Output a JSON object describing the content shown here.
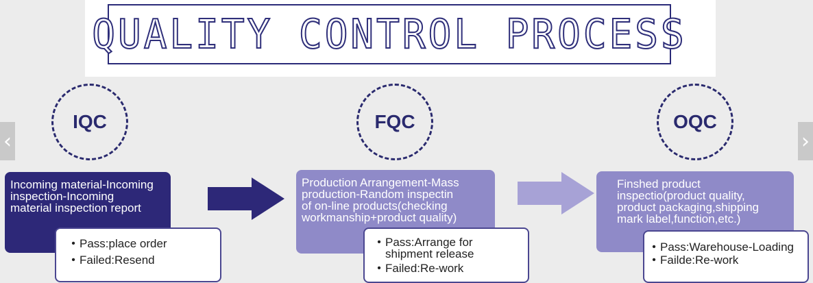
{
  "title": "QUALITY CONTROL PROCESS",
  "nav": {
    "prev_icon": "chevron-left-icon",
    "next_icon": "chevron-right-icon",
    "prev_glyph": "‹",
    "next_glyph": "›"
  },
  "colors": {
    "stage1": "#2d2878",
    "stage2": "#8f8ac8",
    "stage3": "#8f8ac8",
    "arrow1": "#2d2878",
    "arrow2": "#a7a2d6",
    "circle": "#2a2a6e"
  },
  "stages": [
    {
      "label": "IQC",
      "description": [
        "Incoming material-Incoming",
        "inspection-Incoming",
        "material inspection report"
      ],
      "results": [
        {
          "lines": [
            "Pass:place order"
          ]
        },
        {
          "lines": [
            "Failed:Resend"
          ]
        }
      ]
    },
    {
      "label": "FQC",
      "description": [
        "Production Arrangement-Mass",
        "production-Random inspectin",
        "of on-line products(checking",
        "workmanship+product quality)"
      ],
      "results": [
        {
          "lines": [
            "Pass:Arrange for",
            "shipment release"
          ]
        },
        {
          "lines": [
            "Failed:Re-work"
          ]
        }
      ]
    },
    {
      "label": "OQC",
      "description": [
        "Finshed product",
        "inspectio(product quality,",
        "product packaging,shipping",
        "mark label,function,etc.)"
      ],
      "results": [
        {
          "lines": [
            "Pass:Warehouse-Loading"
          ]
        },
        {
          "lines": [
            "Failde:Re-work"
          ]
        }
      ]
    }
  ]
}
